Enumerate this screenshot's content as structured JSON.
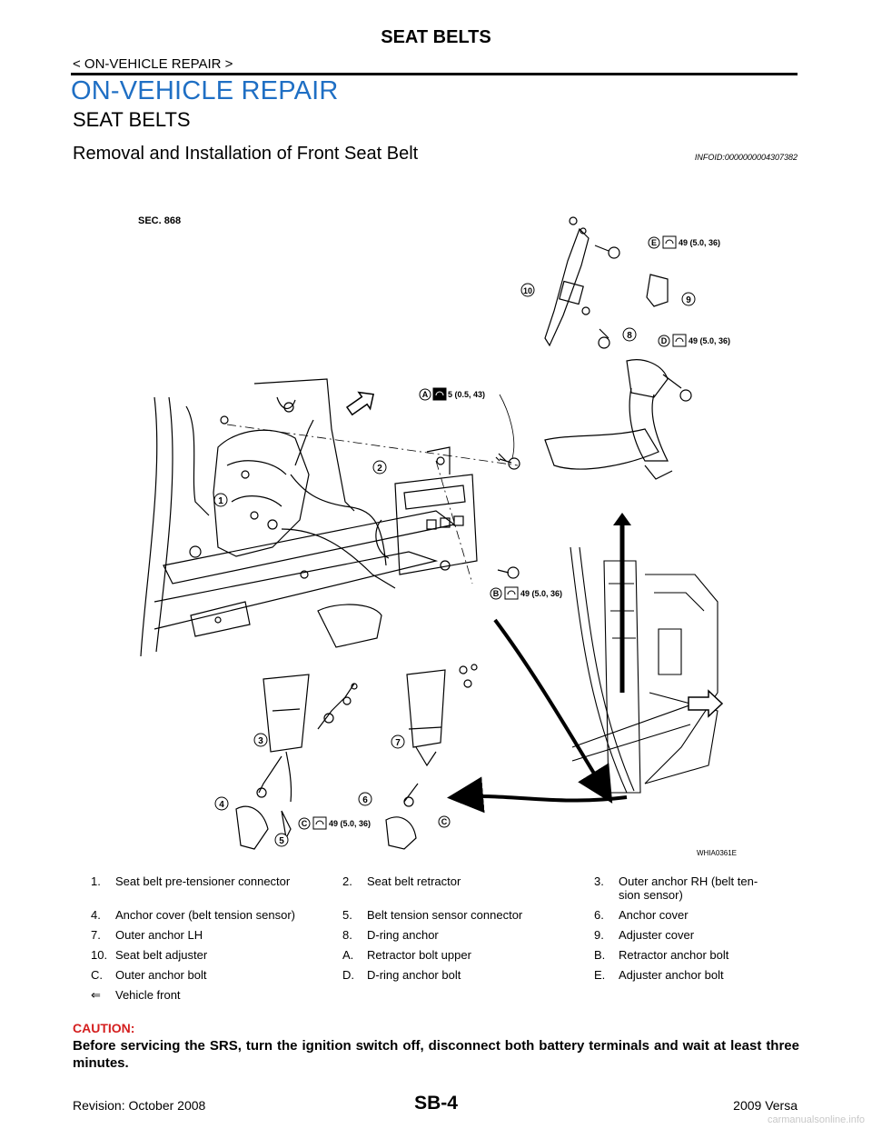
{
  "header": {
    "title": "SEAT BELTS",
    "breadcrumb": "< ON-VEHICLE REPAIR >"
  },
  "section_title": "ON-VEHICLE REPAIR",
  "subsection_title": "SEAT BELTS",
  "topic": {
    "title": "Removal and Installation of Front Seat Belt",
    "info_id": "INFOID:0000000004307382"
  },
  "diagram": {
    "sec_label": "SEC. 868",
    "torque": {
      "A": "5 (0.5, 43)",
      "B": "49 (5.0, 36)",
      "C": "49 (5.0, 36)",
      "D": "49 (5.0, 36)",
      "E": "49 (5.0, 36)"
    },
    "callouts": [
      "1",
      "2",
      "3",
      "4",
      "5",
      "6",
      "7",
      "8",
      "9",
      "10"
    ],
    "letters": [
      "A",
      "B",
      "C",
      "D",
      "E"
    ],
    "figure_id": "WHIA0361E"
  },
  "legend": [
    [
      {
        "num": "1.",
        "text": "Seat belt pre-tensioner connector"
      },
      {
        "num": "2.",
        "text": "Seat belt retractor"
      },
      {
        "num": "3.",
        "text": "Outer anchor RH (belt ten-sion sensor)"
      }
    ],
    [
      {
        "num": "4.",
        "text": "Anchor cover (belt tension sensor)"
      },
      {
        "num": "5.",
        "text": "Belt tension sensor connector"
      },
      {
        "num": "6.",
        "text": "Anchor cover"
      }
    ],
    [
      {
        "num": "7.",
        "text": "Outer anchor LH"
      },
      {
        "num": "8.",
        "text": "D-ring anchor"
      },
      {
        "num": "9.",
        "text": "Adjuster cover"
      }
    ],
    [
      {
        "num": "10.",
        "text": "Seat belt adjuster"
      },
      {
        "num": "A.",
        "text": "Retractor bolt upper"
      },
      {
        "num": "B.",
        "text": "Retractor anchor bolt"
      }
    ],
    [
      {
        "num": "C.",
        "text": "Outer anchor bolt"
      },
      {
        "num": "D.",
        "text": "D-ring anchor bolt"
      },
      {
        "num": "E.",
        "text": "Adjuster anchor bolt"
      }
    ],
    [
      {
        "num": "⇐",
        "text": "Vehicle front"
      }
    ]
  ],
  "caution": {
    "label": "CAUTION:",
    "text": "Before servicing the SRS, turn the ignition switch off, disconnect both battery terminals and wait at least three minutes."
  },
  "footer": {
    "revision": "Revision: October 2008",
    "page": "SB-4",
    "model": "2009 Versa"
  },
  "watermark": "carmanualsonline.info"
}
